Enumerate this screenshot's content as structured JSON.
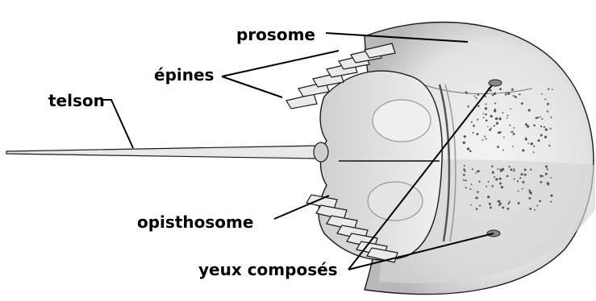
{
  "diagram": {
    "labels": {
      "prosome": "prosome",
      "epines": "épines",
      "telson": "telson",
      "opisthosome": "opisthosome",
      "yeux": "yeux composés"
    },
    "colors": {
      "ink": "#1a1a1a",
      "shell_light": "#e9e9e9",
      "shell_mid": "#cfcfcf",
      "shell_dark": "#9a9a9a",
      "leader": "#000000"
    }
  }
}
